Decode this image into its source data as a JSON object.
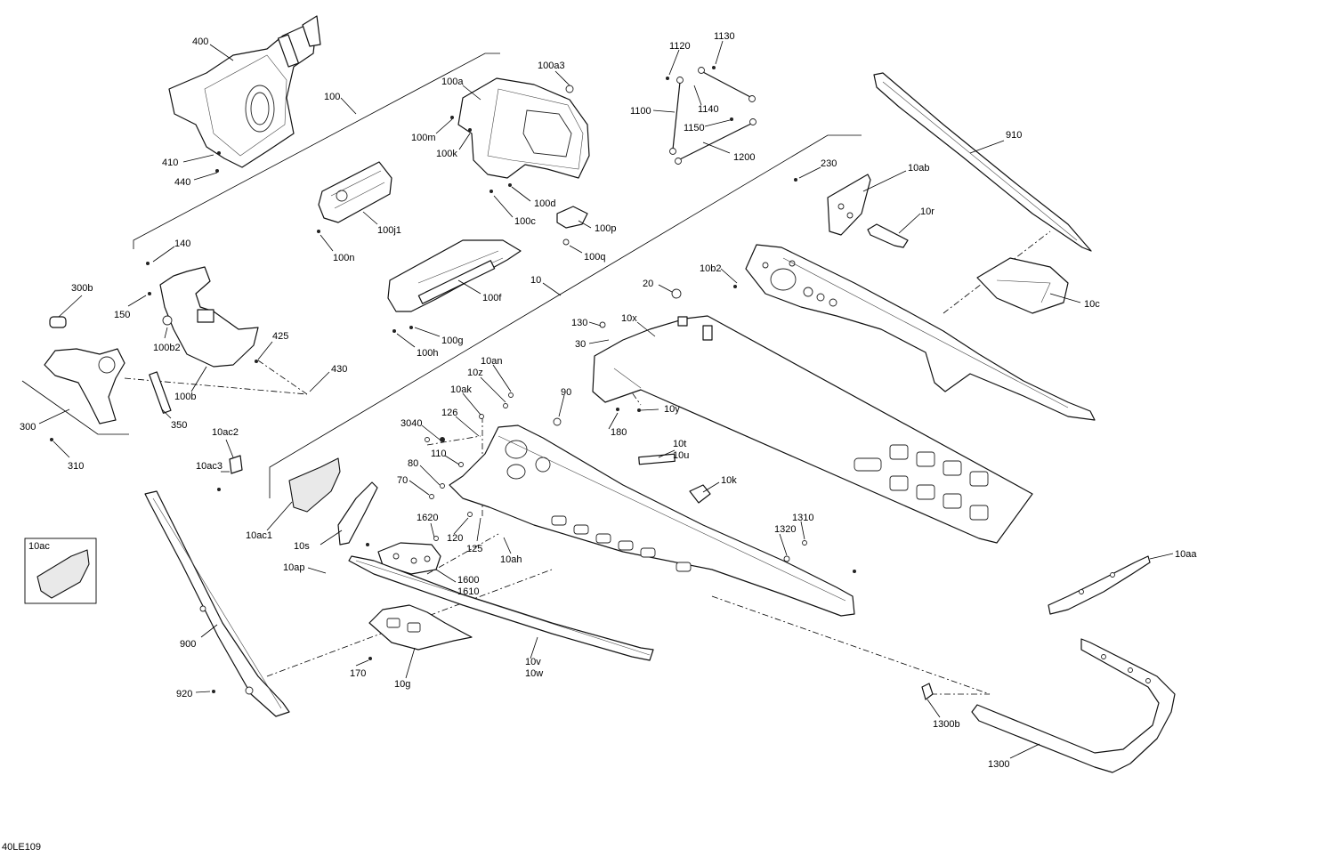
{
  "figure_code": "40LE109",
  "inset_label": "10ac",
  "labels": [
    "400",
    "100",
    "410",
    "440",
    "100a",
    "100a3",
    "100m",
    "100k",
    "100d",
    "100c",
    "100j1",
    "100n",
    "100p",
    "100q",
    "1120",
    "1130",
    "1100",
    "1140",
    "1150",
    "1200",
    "910",
    "230",
    "10ab",
    "10r",
    "10b2",
    "10c",
    "140",
    "150",
    "100b2",
    "300b",
    "425",
    "430",
    "100b",
    "300",
    "350",
    "310",
    "100f",
    "100g",
    "100h",
    "10",
    "20",
    "130",
    "30",
    "10x",
    "10an",
    "10z",
    "10ak",
    "90",
    "126",
    "3040",
    "110",
    "80",
    "70",
    "10y",
    "180",
    "10t",
    "10u",
    "10k",
    "10ac2",
    "10ac3",
    "10ac1",
    "10s",
    "1620",
    "120",
    "125",
    "10ah",
    "1320",
    "1310",
    "10aa",
    "10ap",
    "1600",
    "1610",
    "900",
    "920",
    "170",
    "10g",
    "10v",
    "10w",
    "1300b",
    "1300"
  ]
}
